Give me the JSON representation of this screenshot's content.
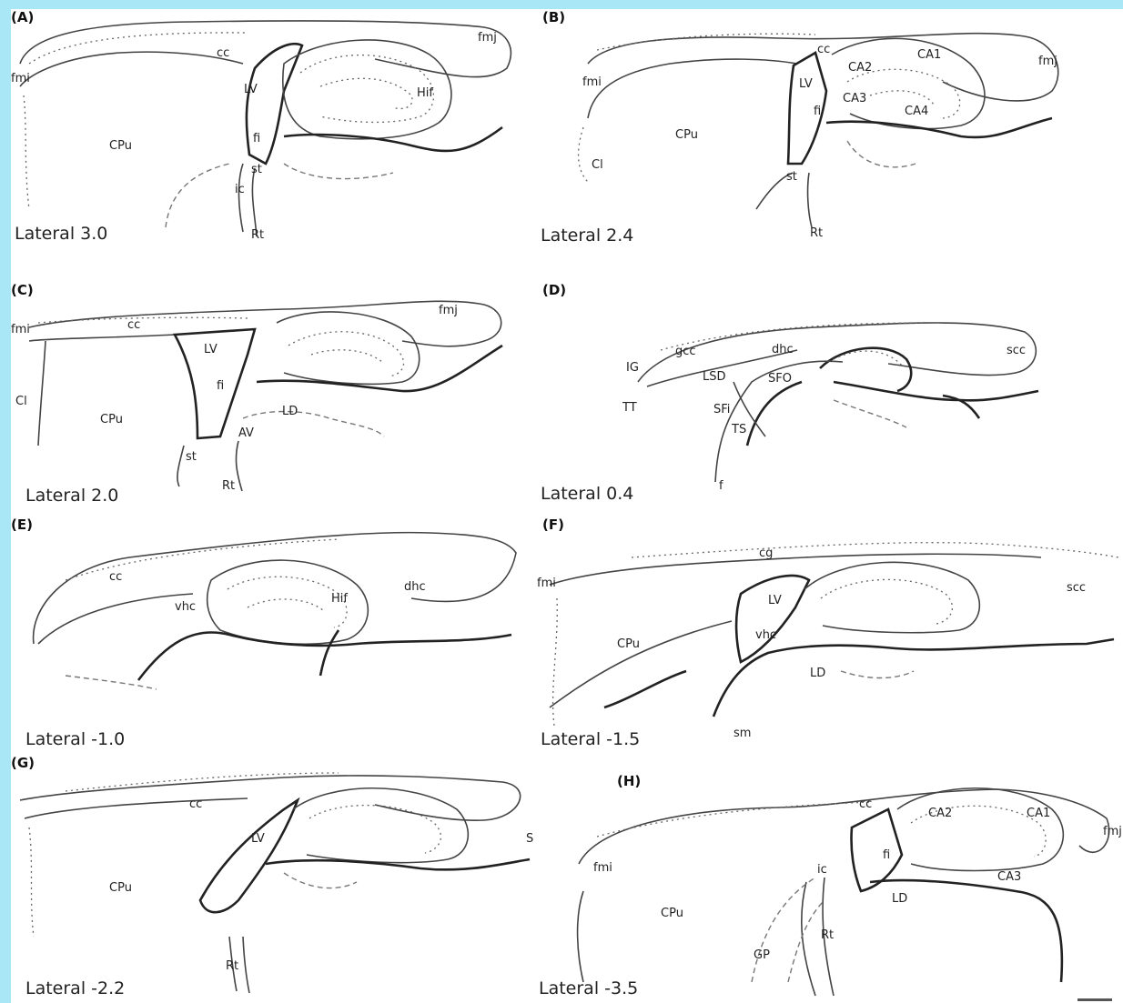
{
  "panels": [
    {
      "letter": "(A)",
      "caption": "Lateral 3.0",
      "structures": [
        "cc",
        "fmj",
        "fmi",
        "LV",
        "Hif",
        "CPu",
        "fi",
        "st",
        "ic",
        "Rt"
      ]
    },
    {
      "letter": "(B)",
      "caption": "Lateral 2.4",
      "structures": [
        "cc",
        "CA1",
        "CA2",
        "fmj",
        "fmi",
        "LV",
        "CA3",
        "CA4",
        "CPu",
        "fi",
        "Cl",
        "st",
        "Rt"
      ]
    },
    {
      "letter": "(C)",
      "caption": "Lateral 2.0",
      "structures": [
        "fmi",
        "cc",
        "fmj",
        "LV",
        "fi",
        "CPu",
        "Cl",
        "LD",
        "AV",
        "st",
        "Rt"
      ]
    },
    {
      "letter": "(D)",
      "caption": "Lateral 0.4",
      "structures": [
        "IG",
        "gcc",
        "dhc",
        "scc",
        "LSD",
        "SFO",
        "TT",
        "SFi",
        "TS",
        "f"
      ]
    },
    {
      "letter": "(E)",
      "caption": "Lateral -1.0",
      "structures": [
        "cc",
        "vhc",
        "Hif",
        "dhc"
      ]
    },
    {
      "letter": "(F)",
      "caption": "Lateral -1.5",
      "structures": [
        "cg",
        "fmi",
        "LV",
        "scc",
        "CPu",
        "vhc",
        "LD",
        "sm"
      ]
    },
    {
      "letter": "(G)",
      "caption": "Lateral -2.2",
      "structures": [
        "cc",
        "LV",
        "S",
        "CPu",
        "Rt"
      ]
    },
    {
      "letter": "(H)",
      "caption": "Lateral -3.5",
      "structures": [
        "cc",
        "CA2",
        "CA1",
        "fmj",
        "fmi",
        "fi",
        "ic",
        "LD",
        "CA3",
        "CPu",
        "GP",
        "Rt"
      ]
    }
  ]
}
